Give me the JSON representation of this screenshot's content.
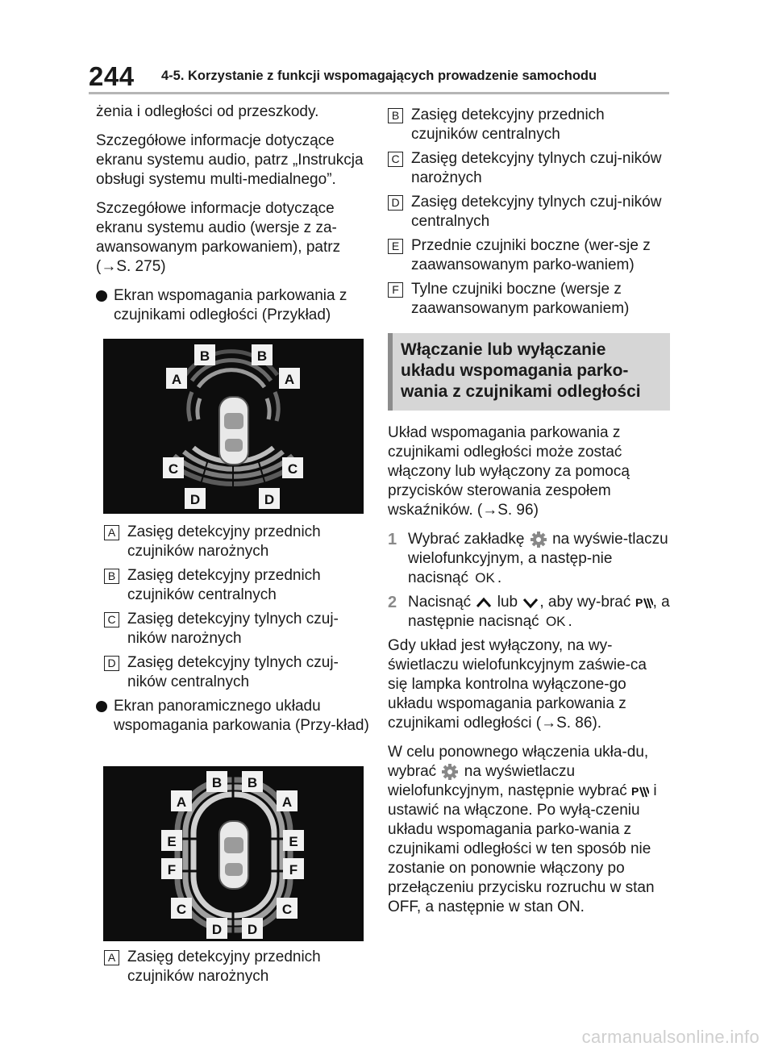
{
  "header": {
    "page_number": "244",
    "section_title": "4-5. Korzystanie z funkcji wspomagających prowadzenie samochodu"
  },
  "left": {
    "p1": "żenia i odległości od przeszkody.",
    "p2": "Szczegółowe informacje dotyczące ekranu systemu audio, patrz „Instrukcja obsługi systemu multi-medialnego”.",
    "p3": "Szczegółowe informacje dotyczące ekranu systemu audio (wersje z za-awansowanym parkowaniem), patrz (→S. 275)",
    "bullet1": "Ekran wspomagania parkowania z czujnikami odległości (Przykład)",
    "items1": [
      {
        "label": "A",
        "text": "Zasięg detekcyjny przednich czujników narożnych"
      },
      {
        "label": "B",
        "text": "Zasięg detekcyjny przednich czujników centralnych"
      },
      {
        "label": "C",
        "text": "Zasięg detekcyjny tylnych czuj-ników narożnych"
      },
      {
        "label": "D",
        "text": "Zasięg detekcyjny tylnych czuj-ników centralnych"
      }
    ],
    "bullet2": "Ekran panoramicznego układu wspomagania parkowania (Przy-kład)",
    "items2": [
      {
        "label": "A",
        "text": "Zasięg detekcyjny przednich czujników narożnych"
      }
    ]
  },
  "right": {
    "items": [
      {
        "label": "B",
        "text": "Zasięg detekcyjny przednich czujników centralnych"
      },
      {
        "label": "C",
        "text": "Zasięg detekcyjny tylnych czuj-ników narożnych"
      },
      {
        "label": "D",
        "text": "Zasięg detekcyjny tylnych czuj-ników centralnych"
      },
      {
        "label": "E",
        "text": "Przednie czujniki boczne (wer-sje z zaawansowanym parko-waniem)"
      },
      {
        "label": "F",
        "text": "Tylne czujniki boczne (wersje z zaawansowanym parkowaniem)"
      }
    ],
    "box_heading": "Włączanie lub wyłączanie układu wspomagania parko-wania z czujnikami odległości",
    "p1": "Układ wspomagania parkowania z czujnikami odległości może zostać włączony lub wyłączony za pomocą przycisków sterowania zespołem wskaźników. (→S. 96)",
    "step1": {
      "num": "1",
      "a": "Wybrać zakładkę",
      "b": "na wyświe-tlaczu wielofunkcyjnym, a następ-nie nacisnąć",
      "c": "."
    },
    "step2": {
      "num": "2",
      "a": "Nacisnąć",
      "b": "lub",
      "c": ", aby wy-brać",
      "d": ", a następnie nacisnąć",
      "e": "."
    },
    "ok_label": "OK",
    "p2": "Gdy układ jest wyłączony, na wy-świetlaczu wielofunkcyjnym zaświe-ca się lampka kontrolna wyłączone-go układu wspomagania parkowania z czujnikami odległości (→S. 86).",
    "p3a": "W celu ponownego włączenia ukła-du, wybrać",
    "p3b": "na wyświetlaczu wielofunkcyjnym, następnie wybrać",
    "p3c": "i ustawić na włączone. Po wyłą-czeniu układu wspomagania parko-wania z czujnikami odległości w ten sposób nie zostanie on ponownie włączony po przełączeniu przycisku rozruchu w stan OFF, a następnie w stan ON."
  },
  "diagram1_labels": [
    "B",
    "B",
    "A",
    "A",
    "C",
    "C",
    "D",
    "D"
  ],
  "diagram2_labels": [
    "B",
    "B",
    "A",
    "A",
    "E",
    "E",
    "F",
    "F",
    "C",
    "C",
    "D",
    "D"
  ],
  "watermark": "carmanualsonline.info"
}
